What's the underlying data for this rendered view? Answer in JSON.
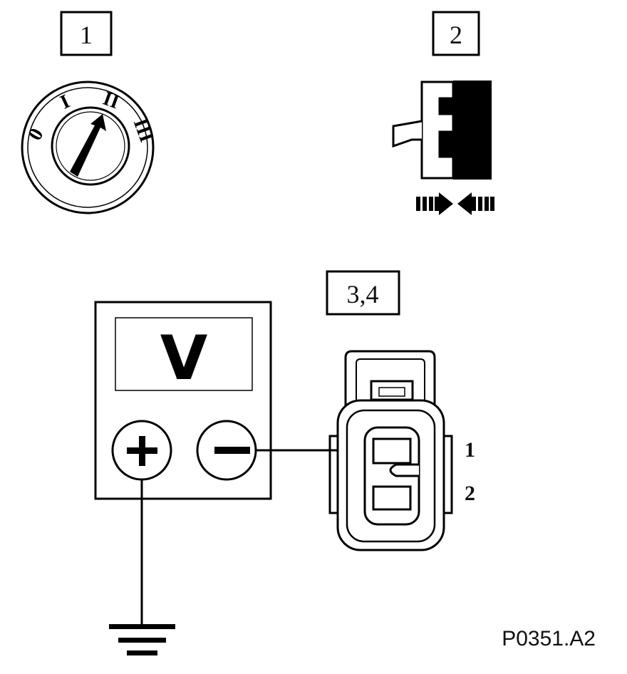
{
  "steps": {
    "step1": "1",
    "step2": "2",
    "step3_4": "3,4"
  },
  "ignition_switch": {
    "positions": [
      "0",
      "I",
      "II",
      "III"
    ]
  },
  "meter": {
    "unit": "V",
    "plus_symbol": "+",
    "minus_symbol": "−"
  },
  "connector": {
    "pins": [
      "1",
      "2"
    ]
  },
  "reference_code": "P0351.A2",
  "icons": [
    "ignition-switch-icon",
    "connector-plug-icon",
    "voltmeter-icon",
    "ground-icon",
    "push-arrows-icon"
  ]
}
